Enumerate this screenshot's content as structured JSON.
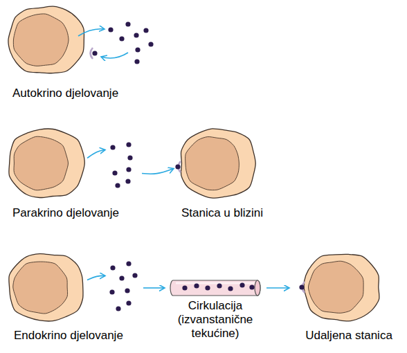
{
  "diagram": {
    "nodes": [
      {
        "text": [
          "Autokrino djelovanje"
        ]
      },
      {
        "text": [
          "Parakrino djelovanje"
        ]
      },
      {
        "text": [
          "Stanica u blizini"
        ]
      },
      {
        "text": [
          "Endokrino djelovanje"
        ]
      },
      {
        "text": [
          "Cirkulacija (izvanstanične tekućine)"
        ]
      },
      {
        "text": [
          "Udaljena stanica"
        ]
      }
    ],
    "edges": [
      {
        "from": 1,
        "to": 2,
        "arrow": "to"
      },
      {
        "from": 3,
        "to": 4,
        "arrow": "to"
      },
      {
        "from": 4,
        "to": 5,
        "arrow": "to"
      }
    ]
  }
}
